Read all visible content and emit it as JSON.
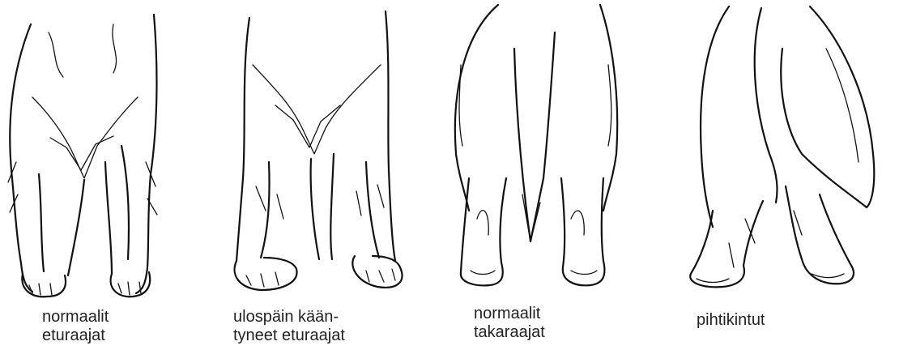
{
  "figures": [
    {
      "id": "normal-front",
      "caption_lines": [
        "normaalit",
        "eturaajat"
      ]
    },
    {
      "id": "east-west-front",
      "caption_lines": [
        "ulospäin kään-",
        "tyneet eturaajat"
      ]
    },
    {
      "id": "normal-rear",
      "caption_lines": [
        "normaalit",
        "takaraajat"
      ]
    },
    {
      "id": "cow-hocked-rear",
      "caption_lines": [
        "pihtikintut"
      ]
    }
  ],
  "colors": {
    "ink": "#111111",
    "caption": "#222222",
    "background": "#ffffff"
  }
}
